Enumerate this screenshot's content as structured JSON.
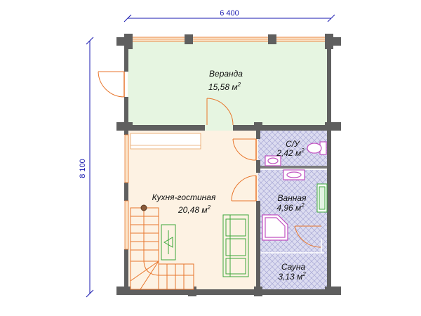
{
  "dimensions": {
    "width": "6 400",
    "height": "8 100"
  },
  "rooms": {
    "veranda": {
      "name": "Веранда",
      "area": "15,58 м",
      "sup": "2"
    },
    "kitchen": {
      "name": "Кухня-гостиная",
      "area": "20,48 м",
      "sup": "2"
    },
    "wc": {
      "name": "С/У",
      "area": "2,42 м",
      "sup": "2"
    },
    "bath": {
      "name": "Ванная",
      "area": "4,96 м",
      "sup": "2"
    },
    "sauna": {
      "name": "Сауна",
      "area": "3,13 м",
      "sup": "2"
    }
  },
  "colors": {
    "wall": "#5f5f5f",
    "veranda_fill": "#e6f5e1",
    "kitchen_fill": "#fdf2e3",
    "wet_fill": "#d8d8ee",
    "door": "#e8762c",
    "fixture": "#c050c0",
    "furniture": "#3aa63a",
    "dimension": "#1a1ab0"
  }
}
